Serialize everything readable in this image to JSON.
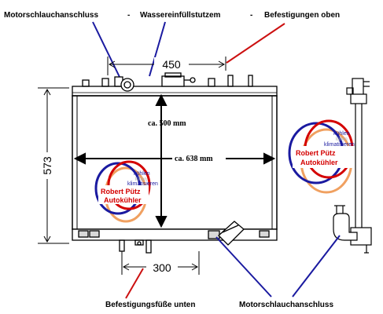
{
  "labels": {
    "motor_hose_top": "Motorschlauchanschluss",
    "sep1": "-",
    "water_filler": "Wassereinfüllstutzem",
    "sep2": "-",
    "mounts_top": "Befestigungen oben",
    "mount_feet_bottom": "Befestigungsfüße unten",
    "motor_hose_bottom": "Motorschlauchanschluss"
  },
  "dimensions": {
    "width_top": "450",
    "height_left": "573",
    "width_bottom": "300",
    "inner_height": "ca. 500 mm",
    "inner_width": "ca. 638 mm"
  },
  "logo": {
    "line1": "kühlen",
    "line2": "lüften",
    "line3": "klimatisieren",
    "line4": "Robert Pütz",
    "line5": "Autokühler"
  },
  "colors": {
    "callout_blue": "#1a1aa0",
    "callout_red": "#cc1010",
    "logo_red": "#d40000",
    "logo_orange": "#f0a060"
  }
}
